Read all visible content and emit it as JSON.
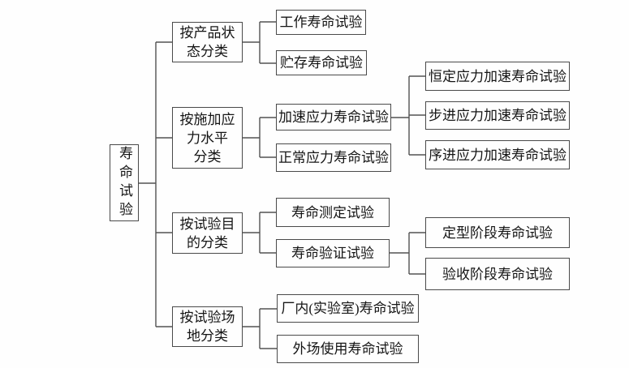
{
  "diagram": {
    "title": "life-test-classification-tree",
    "colors": {
      "background": "#fefefe",
      "box_border": "#4a4a4a",
      "line": "#525252",
      "text": "#151515"
    },
    "root": {
      "label": "寿命试验"
    },
    "branches": [
      {
        "label": "按产品状\n态分类",
        "children": [
          {
            "label": "工作寿命试验"
          },
          {
            "label": "贮存寿命试验"
          }
        ]
      },
      {
        "label": "按施加应\n力水平\n分类",
        "children": [
          {
            "label": "加速应力寿命试验",
            "children": [
              {
                "label": "恒定应力加速寿命试验"
              },
              {
                "label": "步进应力加速寿命试验"
              },
              {
                "label": "序进应力加速寿命试验"
              }
            ]
          },
          {
            "label": "正常应力寿命试验"
          }
        ]
      },
      {
        "label": "按试验目\n的分类",
        "children": [
          {
            "label": "寿命测定试验"
          },
          {
            "label": "寿命验证试验",
            "children": [
              {
                "label": "定型阶段寿命试验"
              },
              {
                "label": "验收阶段寿命试验"
              }
            ]
          }
        ]
      },
      {
        "label": "按试验场\n地分类",
        "children": [
          {
            "label": "厂内(实验室)寿命试验"
          },
          {
            "label": "外场使用寿命试验"
          }
        ]
      }
    ]
  }
}
